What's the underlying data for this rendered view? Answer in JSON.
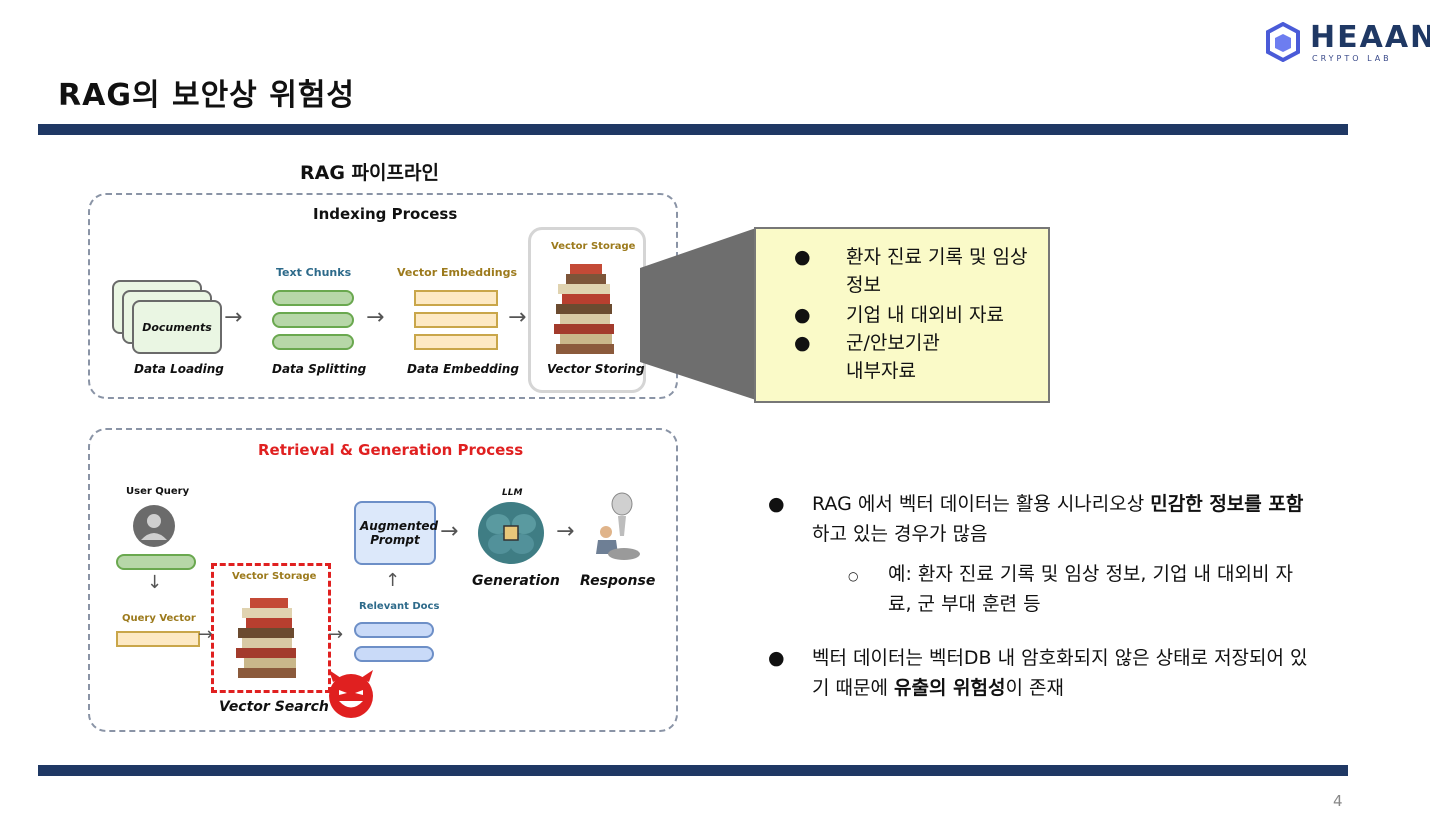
{
  "slide": {
    "title": "RAG의 보안상 위험성",
    "page_number": "4",
    "logo": {
      "name": "HEAAN",
      "subtitle": "CRYPTO LAB"
    }
  },
  "diagram": {
    "title": "RAG 파이프라인",
    "indexing": {
      "title": "Indexing Process",
      "documents_label": "Documents",
      "text_chunks": "Text Chunks",
      "vector_embeddings": "Vector Embeddings",
      "vector_storage": "Vector Storage",
      "steps": [
        "Data Loading",
        "Data Splitting",
        "Data Embedding",
        "Vector Storing"
      ]
    },
    "retrieval": {
      "title": "Retrieval & Generation Process",
      "user_query": "User Query",
      "query_vector": "Query Vector",
      "vector_storage": "Vector Storage",
      "vector_search": "Vector Search",
      "relevant_docs": "Relevant Docs",
      "augmented_prompt": "Augmented Prompt",
      "llm": "LLM",
      "generation": "Generation",
      "response": "Response"
    }
  },
  "callout": {
    "items": [
      "환자 진료 기록 및 임상 정보",
      "기업 내 대외비 자료",
      "군/안보기관 내부자료"
    ]
  },
  "bullets": [
    {
      "parts": [
        "RAG 에서 벡터 데이터는 활용 시나리오상 ",
        "민감한 정보를 포함",
        "하고 있는 경우가 많음"
      ],
      "sub": "예: 환자 진료 기록 및 임상 정보, 기업 내 대외비 자료, 군 부대 훈련 등"
    },
    {
      "parts": [
        "벡터 데이터는 벡터DB 내 암호화되지 않은 상태로 저장되어 있기 때문에 ",
        "유출의 위험성",
        "이 존재"
      ]
    }
  ],
  "colors": {
    "bar": "#1f3864",
    "retrieval_title": "#e02020",
    "danger_box": "#e02020",
    "callout_bg": "#fafac8"
  }
}
